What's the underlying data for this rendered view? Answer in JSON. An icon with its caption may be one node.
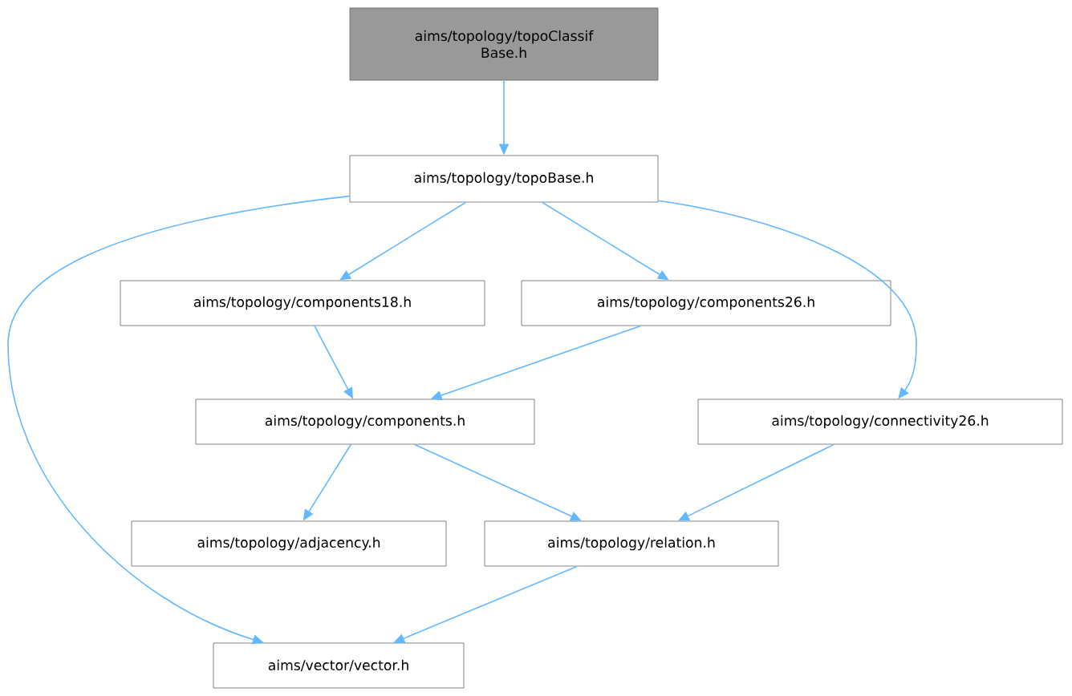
{
  "diagram": {
    "nodes": [
      {
        "text": [
          "aims/topology/topoClassif Base.h"
        ]
      },
      {
        "text": [
          "aims/topology/topoBase.h"
        ]
      },
      {
        "text": [
          "aims/topology/components18.h"
        ]
      },
      {
        "text": [
          "aims/topology/components26.h"
        ]
      },
      {
        "text": [
          "aims/topology/components.h"
        ]
      },
      {
        "text": [
          "aims/topology/connectivity26.h"
        ]
      },
      {
        "text": [
          "aims/topology/adjacency.h"
        ]
      },
      {
        "text": [
          "aims/topology/relation.h"
        ]
      },
      {
        "text": [
          "aims/vector/vector.h"
        ]
      }
    ],
    "edges": [
      {
        "from": 0,
        "to": 1,
        "arrow": "to"
      },
      {
        "from": 1,
        "to": 2,
        "arrow": "to"
      },
      {
        "from": 1,
        "to": 3,
        "arrow": "to"
      },
      {
        "from": 1,
        "to": 8,
        "arrow": "to"
      },
      {
        "from": 1,
        "to": 5,
        "arrow": "to"
      },
      {
        "from": 2,
        "to": 4,
        "arrow": "to"
      },
      {
        "from": 3,
        "to": 4,
        "arrow": "to"
      },
      {
        "from": 4,
        "to": 6,
        "arrow": "to"
      },
      {
        "from": 4,
        "to": 7,
        "arrow": "to"
      },
      {
        "from": 5,
        "to": 7,
        "arrow": "to"
      },
      {
        "from": 7,
        "to": 8,
        "arrow": "to"
      }
    ]
  }
}
